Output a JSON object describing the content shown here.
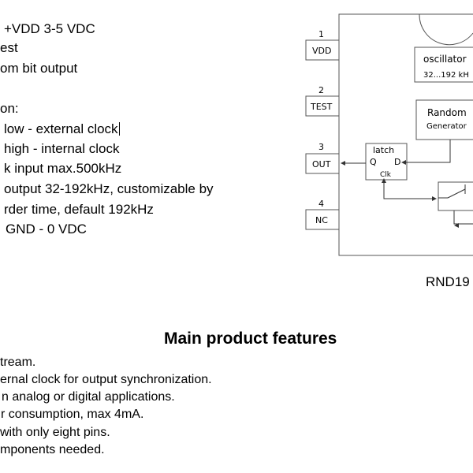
{
  "pin_description": [
    "+VDD 3-5 VDC",
    "est",
    "om bit output",
    "",
    "on:",
    "low   - external clock",
    "high - internal clock",
    "k input max.500kHz",
    "output 32-192kHz, customizable by",
    "rder time, default 192kHz",
    "GND - 0 VDC"
  ],
  "diagram": {
    "pins": [
      {
        "number": "1",
        "label": "VDD"
      },
      {
        "number": "2",
        "label": "TEST"
      },
      {
        "number": "3",
        "label": "OUT"
      },
      {
        "number": "4",
        "label": "NC"
      }
    ],
    "oscillator_label": "oscillator",
    "oscillator_freq": "32...192 kH",
    "random_label": "Random",
    "generator_label": "Generator",
    "latch_label": "latch",
    "latch_q": "Q",
    "latch_d": "D",
    "latch_clk": "Clk",
    "chip_name": "RND19"
  },
  "features": {
    "title": "Main product features",
    "items": [
      "tream.",
      "ernal clock for output synchronization.",
      "n analog or digital applications.",
      "r consumption, max 4mA.",
      "with only eight pins.",
      "mponents needed."
    ]
  }
}
